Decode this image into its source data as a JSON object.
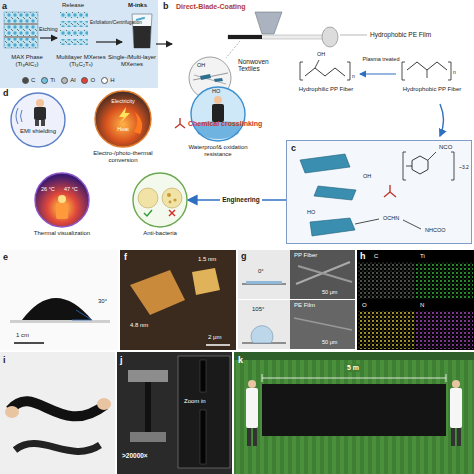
{
  "diagram": {
    "nodes": [
      {
        "text": [
          "a",
          "MAX Phase (Ti₃AlC₂)",
          "Etching",
          "Release",
          "Multilayer MXenes (Ti₃C₂Tₓ)",
          "Exfoliation/Centrifugation",
          "M-inks",
          "Single-/Multi-layer MXenes"
        ]
      },
      {
        "text": [
          "c",
          "NCO",
          "~3.2",
          "HO",
          "OH",
          "OCHN",
          "NHCOO"
        ]
      },
      {
        "text": [
          "EMI shielding"
        ]
      },
      {
        "text": [
          "Electricity",
          "Heat",
          "Electro-/photo-thermal conversion"
        ]
      },
      {
        "text": [
          "Waterproof& oxidation resistance"
        ]
      },
      {
        "text": [
          "26 °C",
          "47 °C",
          "Thermal visualization"
        ]
      },
      {
        "text": [
          "Anti-bacteria"
        ]
      }
    ],
    "edges": [
      {
        "from": 1,
        "to": 6,
        "label": "Engineering",
        "arrow": "to"
      }
    ],
    "labels": [
      "b",
      "Direct-Blade-Coating",
      "Hydrophobic PE Film",
      "Nonwoven Textiles",
      "OH",
      "HO",
      "OH",
      "n",
      "Hydrophilic PP Fiber",
      "Plasma treated",
      "n",
      "Hydrophobic PP Fiber",
      "Chemical crosslinking",
      "d",
      "e",
      "30°",
      "1 cm",
      "f",
      "1.5 nm",
      "4.8 nm",
      "2 μm",
      "g",
      "PP Fiber",
      "0°",
      "50 μm",
      "PE Film",
      "105°",
      "50 μm",
      "h",
      "C",
      "Ti",
      "O",
      "N",
      "i",
      "j",
      ">20000×",
      "Zoom in",
      "k",
      "5 m"
    ],
    "legend": [
      {
        "text": "C",
        "color": "#4a4a4a"
      },
      {
        "text": "Ti",
        "color": "#6fc3df"
      },
      {
        "text": "Al",
        "color": "#b9b9b9"
      },
      {
        "text": "O",
        "color": "#e0413a"
      },
      {
        "text": "H",
        "color": "#ffffff"
      }
    ]
  }
}
